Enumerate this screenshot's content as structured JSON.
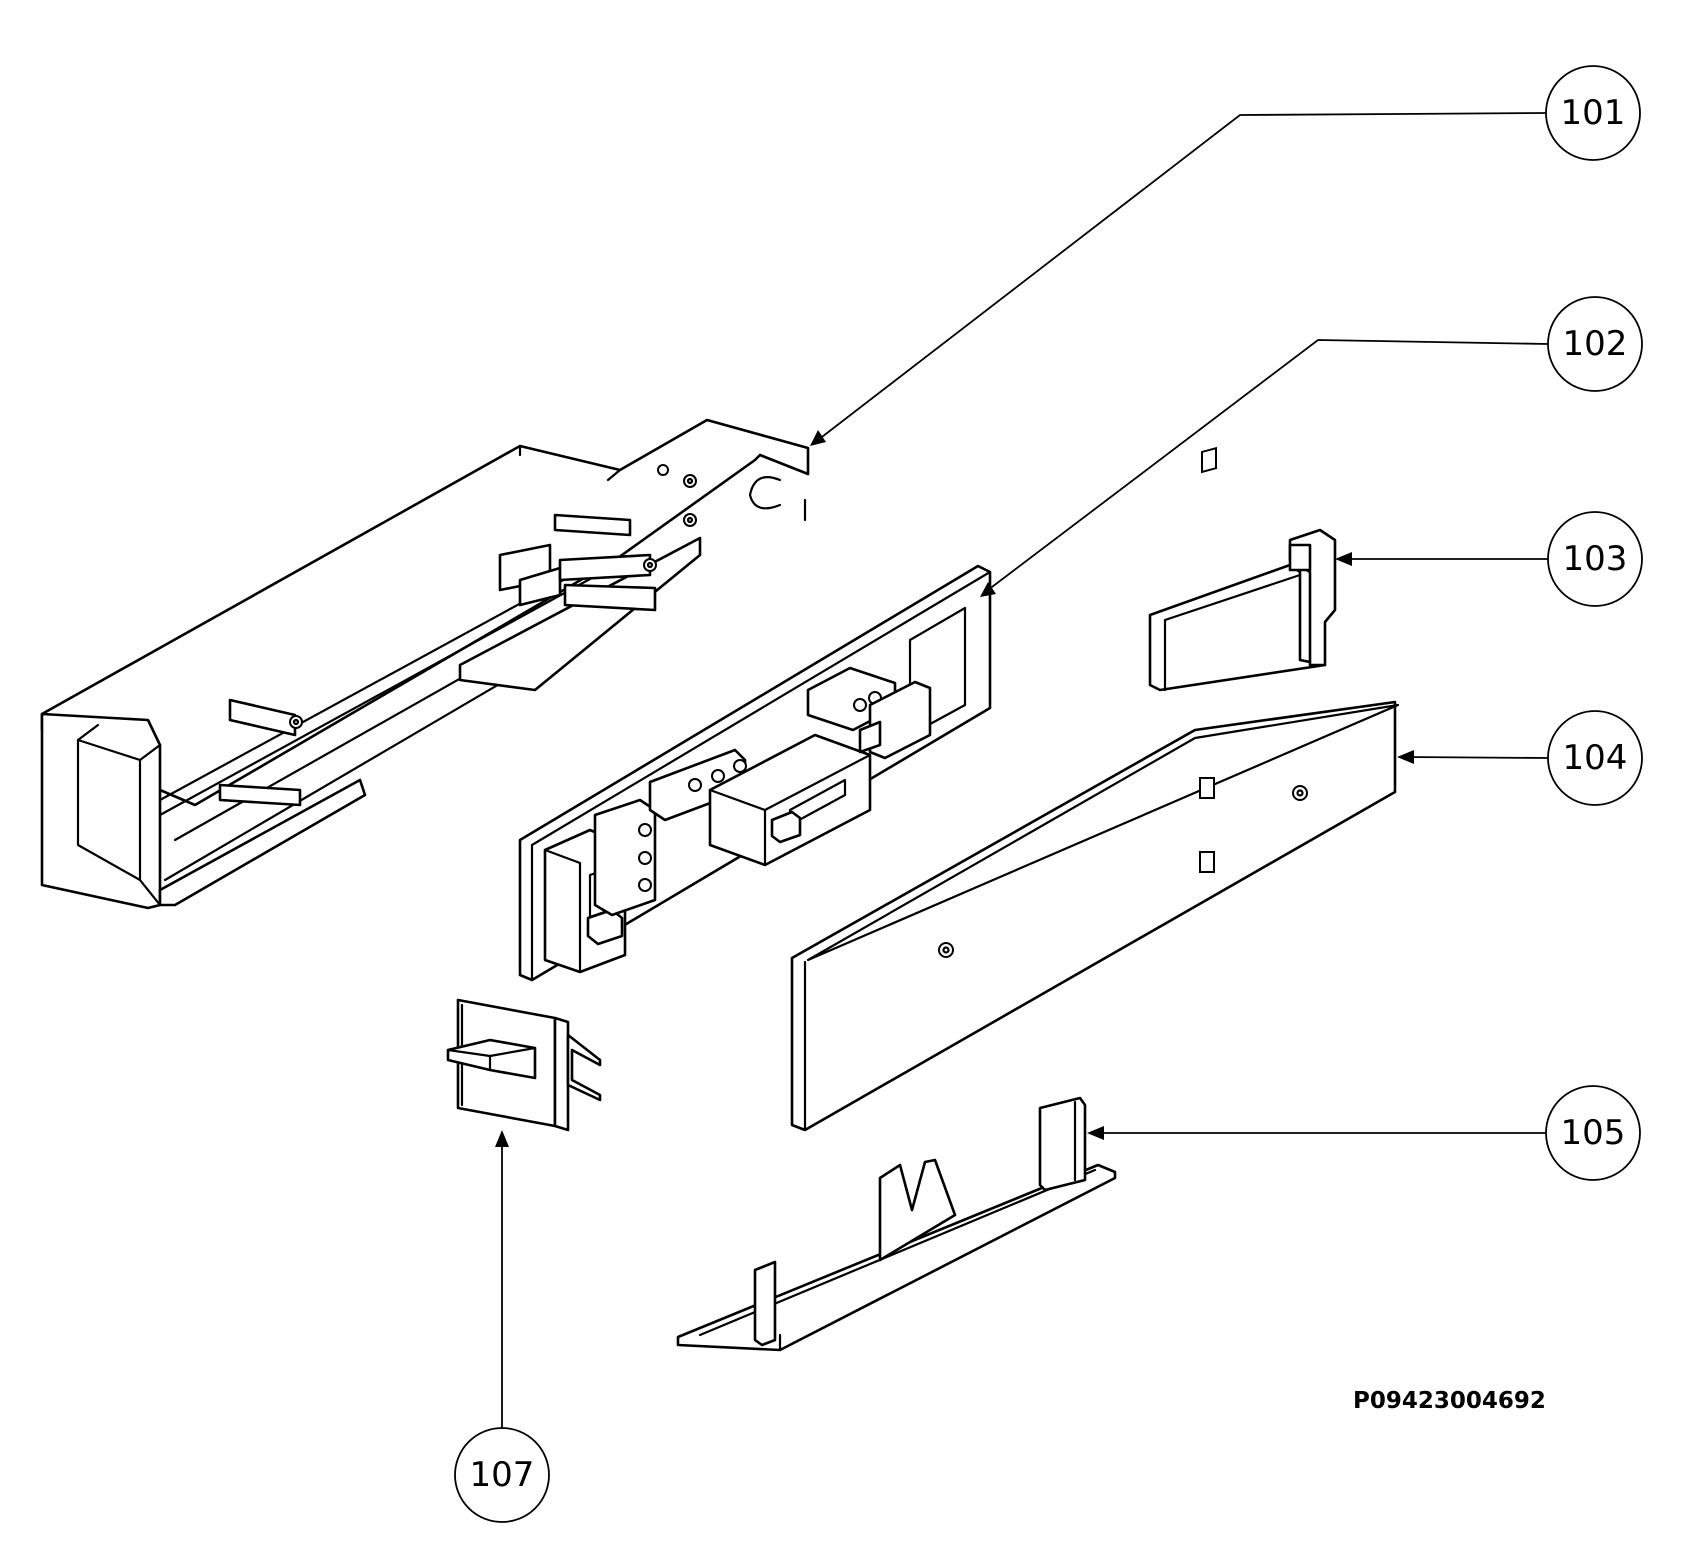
{
  "callouts": [
    {
      "id": "c101",
      "label": "101"
    },
    {
      "id": "c102",
      "label": "102"
    },
    {
      "id": "c103",
      "label": "103"
    },
    {
      "id": "c104",
      "label": "104"
    },
    {
      "id": "c105",
      "label": "105"
    },
    {
      "id": "c107",
      "label": "107"
    }
  ],
  "drawing_code": "P09423004692",
  "colors": {
    "line": "#000000",
    "background": "#ffffff"
  }
}
